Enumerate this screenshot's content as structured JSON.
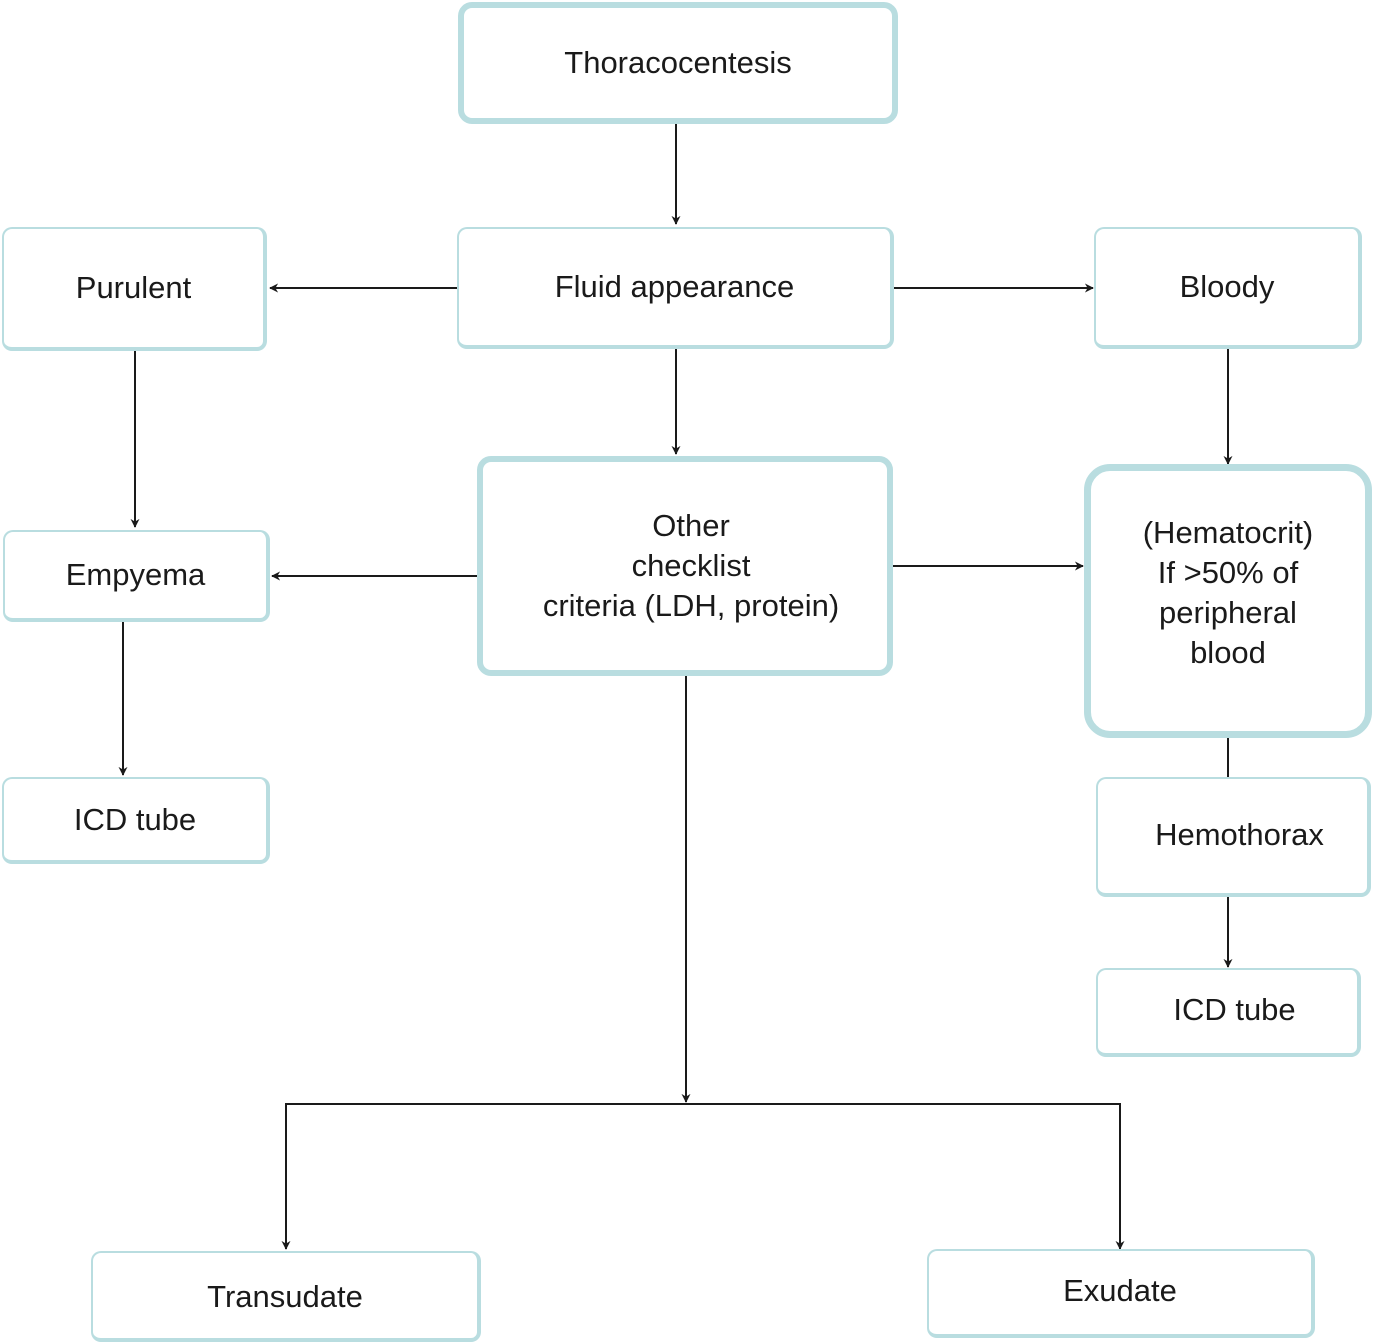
{
  "nodes": {
    "thoracocentesis": "Thoracocentesis",
    "fluid_appearance": "Fluid appearance",
    "purulent": "Purulent",
    "bloody": "Bloody",
    "empyema": "Empyema",
    "other_criteria": "Other\nchecklist\ncriteria (LDH, protein)",
    "hematocrit": "(Hematocrit)\nIf >50% of\nperipheral\nblood",
    "icd_tube_left": "ICD tube",
    "hemothorax": "Hemothorax",
    "icd_tube_right": "ICD tube",
    "transudate": "Transudate",
    "exudate": "Exudate"
  },
  "colors": {
    "box_border": "#b9dde0",
    "arrow": "#1a1a1a"
  }
}
